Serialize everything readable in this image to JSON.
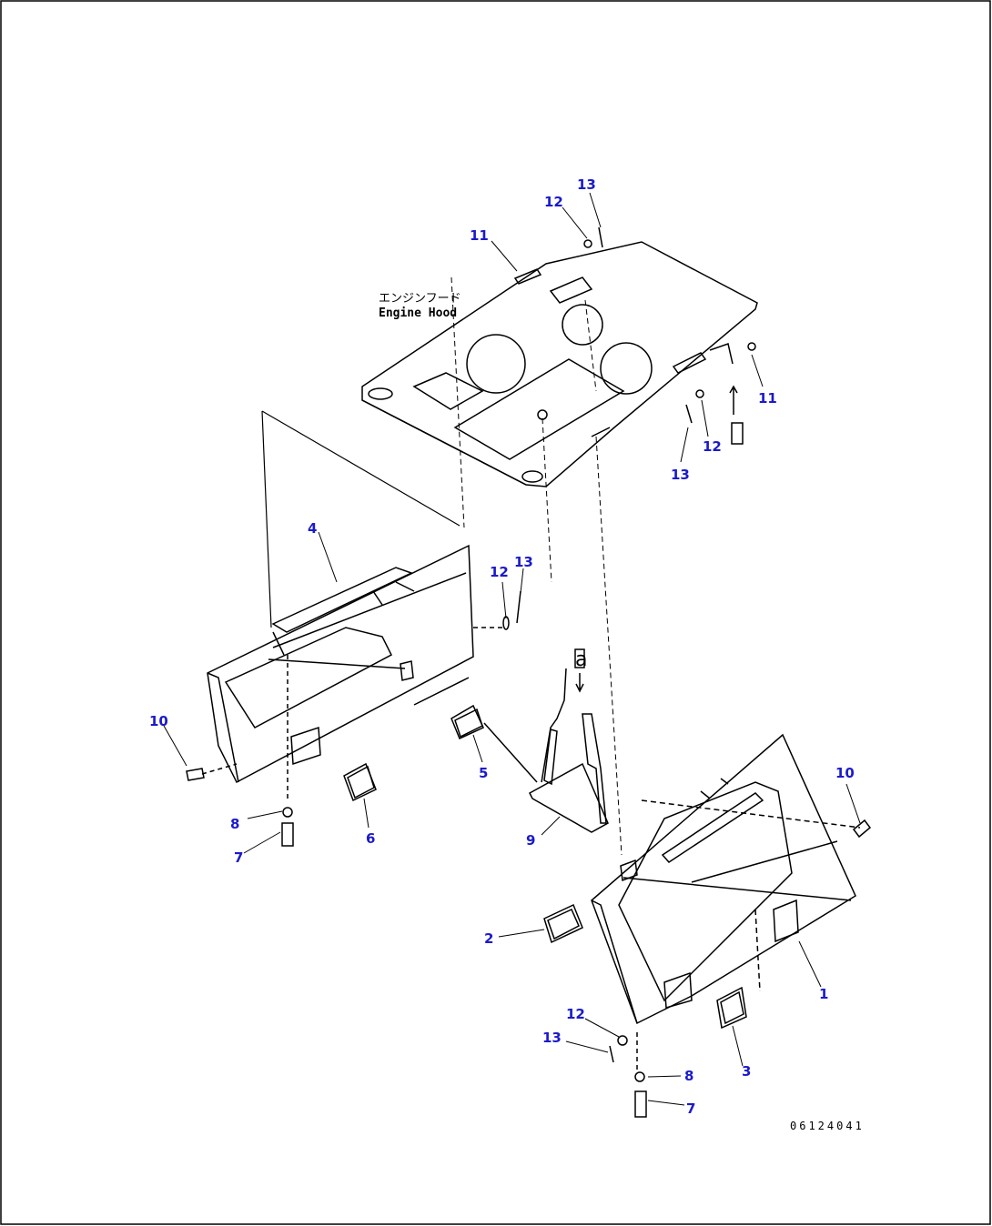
{
  "hood_label_jp": "エンジンフード",
  "hood_label_en": "Engine Hood",
  "arrow_marker": "a",
  "figure_code": "06124041",
  "callouts": {
    "c13a": "13",
    "c12a": "12",
    "c11a": "11",
    "c11b": "11",
    "c12b": "12",
    "c13b": "13",
    "c4": "4",
    "c12c": "12",
    "c13c": "13",
    "c10a": "10",
    "c8a": "8",
    "c7a": "7",
    "c6": "6",
    "c5": "5",
    "c9": "9",
    "c10b": "10",
    "c2": "2",
    "c1": "1",
    "c12d": "12",
    "c13d": "13",
    "c3": "3",
    "c8b": "8",
    "c7b": "7"
  },
  "colors": {
    "line": "#000000",
    "callout": "#1a1acc"
  }
}
